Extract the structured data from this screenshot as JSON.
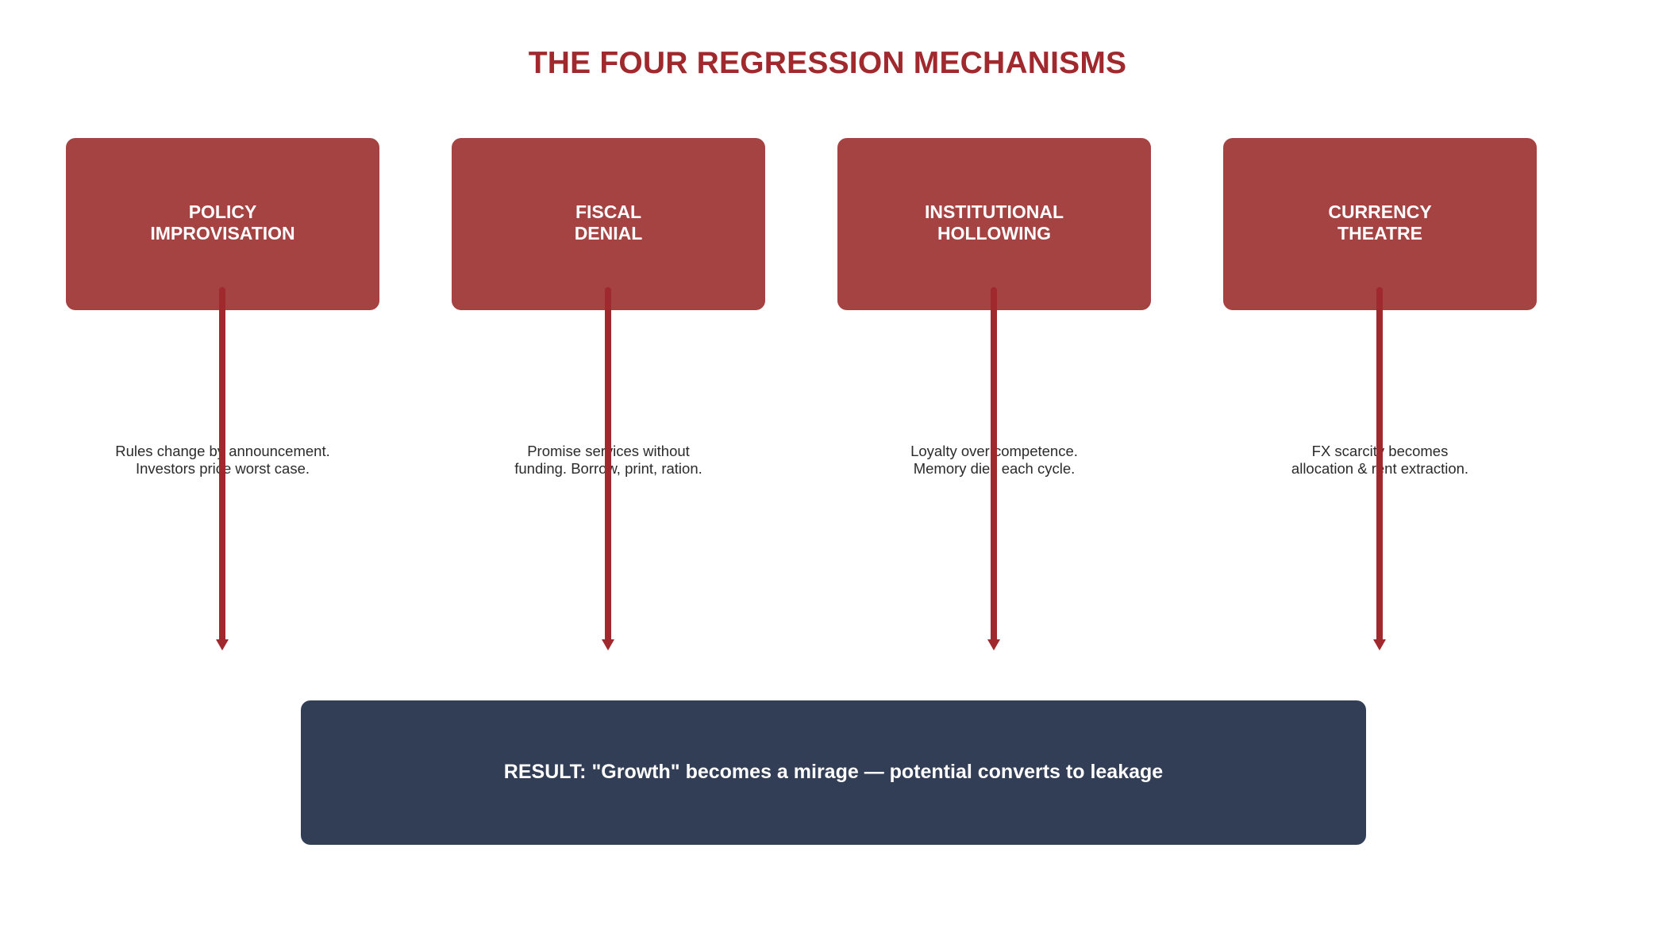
{
  "title": "THE FOUR REGRESSION MECHANISMS",
  "mechanisms": [
    {
      "label_lines": [
        "POLICY",
        "IMPROVISATION"
      ],
      "description_lines": [
        "Rules change by announcement.",
        "Investors price worst case."
      ]
    },
    {
      "label_lines": [
        "FISCAL",
        "DENIAL"
      ],
      "description_lines": [
        "Promise services without",
        "funding. Borrow, print, ration."
      ]
    },
    {
      "label_lines": [
        "INSTITUTIONAL",
        "HOLLOWING"
      ],
      "description_lines": [
        "Loyalty over competence.",
        "Memory dies each cycle."
      ]
    },
    {
      "label_lines": [
        "CURRENCY",
        "THEATRE"
      ],
      "description_lines": [
        "FX scarcity becomes",
        "allocation & rent extraction."
      ]
    }
  ],
  "result": "RESULT: \"Growth\" becomes a mirage — potential converts to leakage",
  "colors": {
    "title": "#a0292e",
    "mechanism_box": "#a54242",
    "arrow": "#a0292e",
    "result_box": "#323d56",
    "description_text": "#2b2b2b"
  }
}
